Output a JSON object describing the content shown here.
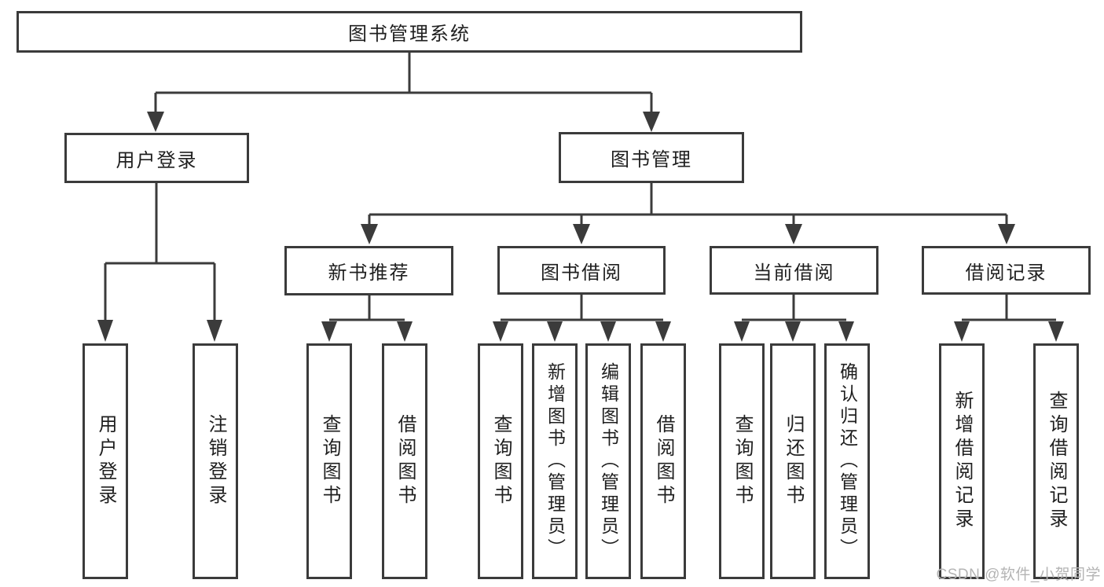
{
  "tree": {
    "root_label": "图书管理系统",
    "user_login": {
      "label": "用户登录",
      "children": [
        "用户登录",
        "注销登录"
      ]
    },
    "book_mgmt": {
      "label": "图书管理",
      "groups": [
        {
          "label": "新书推荐",
          "children": [
            "查询图书",
            "借阅图书"
          ]
        },
        {
          "label": "图书借阅",
          "children": [
            "查询图书",
            "新增图书（管理员）",
            "编辑图书（管理员）",
            "借阅图书"
          ]
        },
        {
          "label": "当前借阅",
          "children": [
            "查询图书",
            "归还图书",
            "确认归还（管理员）"
          ]
        },
        {
          "label": "借阅记录",
          "children": [
            "新增借阅记录",
            "查询借阅记录"
          ]
        }
      ]
    }
  },
  "watermark": {
    "text": "CSDN @软件_小贺同学"
  },
  "colors": {
    "line": "#3b3b3b",
    "text": "#1f1f1f",
    "box_background": "#ffffff",
    "watermark": "#b4b4b4",
    "page_background": "#ffffff"
  }
}
